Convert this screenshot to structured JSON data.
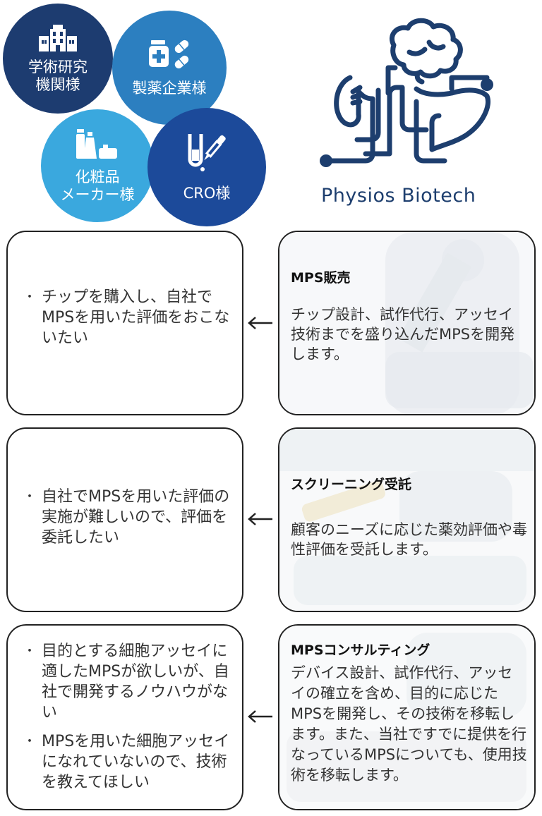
{
  "segments": [
    {
      "label": "学術研究\n機関様",
      "icon": "university-building-icon",
      "color": "#1d3c70"
    },
    {
      "label": "製薬企業様",
      "icon": "medicine-bottle-pill-icon",
      "color": "#2c7fc0"
    },
    {
      "label": "化粧品\nメーカー様",
      "icon": "cosmetics-bottles-icon",
      "color": "#3aa8de"
    },
    {
      "label": "CRO様",
      "icon": "test-tube-dropper-icon",
      "color": "#1c4a9a"
    }
  ],
  "logo": {
    "name": "Physios Biotech",
    "icon": "brain-kidney-liver-circuit-logo",
    "color": "#1d3e6e"
  },
  "rows": [
    {
      "needs": [
        "チップを購入し、自社でMPSを用いた評価をおこないたい"
      ],
      "service_title": "MPS販売",
      "service_body": "チップ設計、試作代行、アッセイ技術までを盛り込んだMPSを開発します。"
    },
    {
      "needs": [
        "自社でMPSを用いた評価の実施が難しいので、評価を委託したい"
      ],
      "service_title": "スクリーニング受託",
      "service_body": "顧客のニーズに応じた薬効評価や毒性評価を受託します。"
    },
    {
      "needs": [
        "目的とする細胞アッセイに適したMPSが欲しいが、自社で開発するノウハウがない",
        "MPSを用いた細胞アッセイになれていないので、技術を教えてほしい"
      ],
      "service_title": "MPSコンサルティング",
      "service_body": "デバイス設計、試作代行、アッセイの確立を含め、目的に応じたMPSを開発し、その技術を移転します。また、当社ですでに提供を行なっているMPSについても、使用技術を移転します。"
    }
  ],
  "bullet_glyph": "・",
  "arrow_icon": "left-arrow-icon"
}
